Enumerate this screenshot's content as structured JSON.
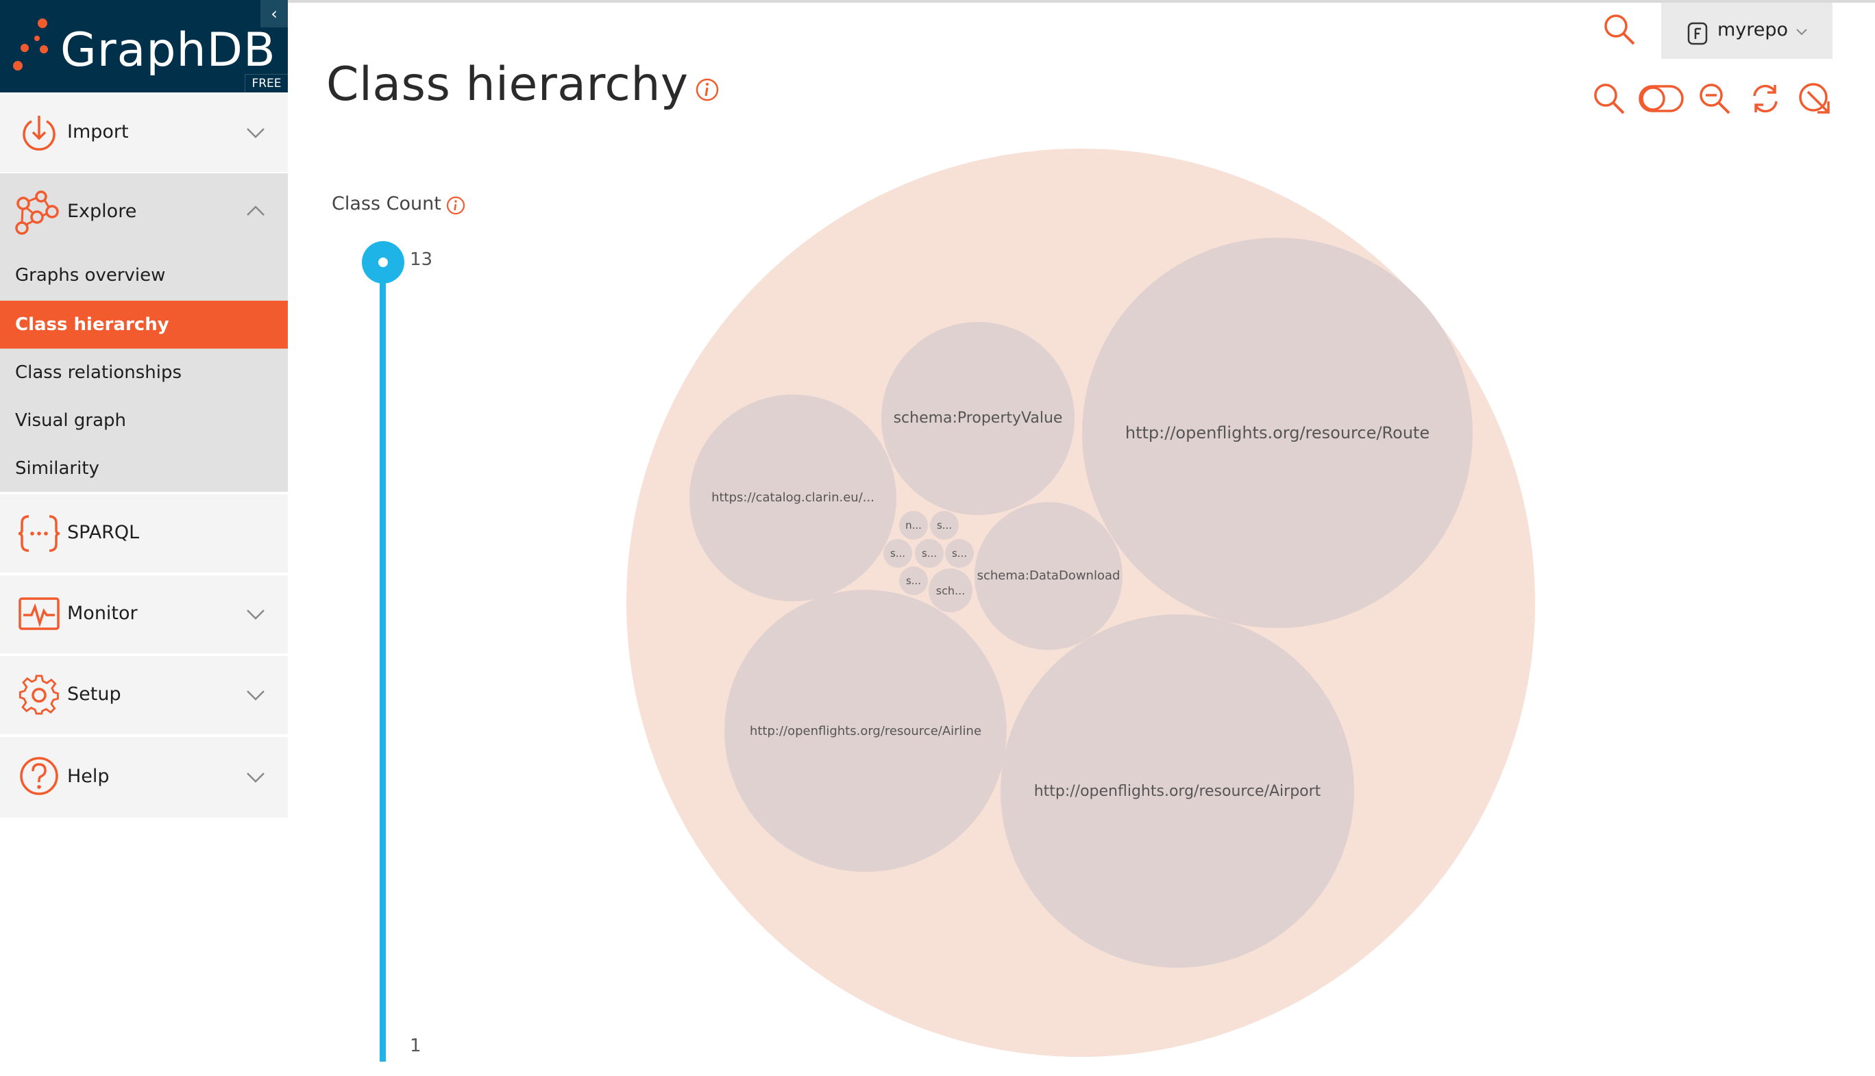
{
  "sidebar": {
    "brand": "GraphDB",
    "edition": "FREE",
    "collapse_glyph": "‹",
    "items": [
      {
        "label": "Import",
        "icon": "import-icon"
      },
      {
        "label": "Explore",
        "icon": "explore-icon"
      },
      {
        "label": "SPARQL",
        "icon": "sparql-icon"
      },
      {
        "label": "Monitor",
        "icon": "monitor-icon"
      },
      {
        "label": "Setup",
        "icon": "gear-icon"
      },
      {
        "label": "Help",
        "icon": "help-icon"
      }
    ],
    "explore_sub": [
      {
        "label": "Graphs overview"
      },
      {
        "label": "Class hierarchy",
        "active": true
      },
      {
        "label": "Class relationships"
      },
      {
        "label": "Visual graph"
      },
      {
        "label": "Similarity"
      }
    ]
  },
  "header": {
    "title": "Class hierarchy",
    "repository": "myrepo"
  },
  "toolbar": {
    "icons": [
      "search-icon",
      "toggle-icon",
      "zoom-out-icon",
      "refresh-icon",
      "export-icon"
    ]
  },
  "class_count": {
    "label": "Class Count",
    "max": "13",
    "min": "1",
    "value": 13
  },
  "hierarchy": {
    "classes": [
      {
        "label": "http://openflights.org/resource/Route",
        "size": "large"
      },
      {
        "label": "http://openflights.org/resource/Airport",
        "size": "large"
      },
      {
        "label": "http://openflights.org/resource/Airline",
        "size": "medium"
      },
      {
        "label": "https://catalog.clarin.eu/...",
        "size": "medium"
      },
      {
        "label": "schema:PropertyValue",
        "size": "medium"
      },
      {
        "label": "schema:DataDownload",
        "size": "small"
      },
      {
        "label": "n...",
        "size": "tiny"
      },
      {
        "label": "s...",
        "size": "tiny"
      },
      {
        "label": "s...",
        "size": "tiny"
      },
      {
        "label": "s...",
        "size": "tiny"
      },
      {
        "label": "s...",
        "size": "tiny"
      },
      {
        "label": "s...",
        "size": "tiny"
      },
      {
        "label": "sch...",
        "size": "tiny"
      }
    ]
  },
  "colors": {
    "accent": "#f25b2e",
    "brand_bg": "#00304a",
    "slider": "#1fb4e8",
    "root_circle": "#f7e0d6",
    "class_circle": "#e0d1d1"
  }
}
